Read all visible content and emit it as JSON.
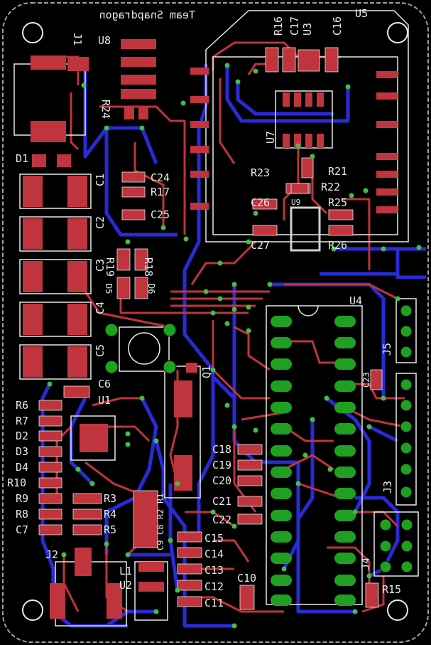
{
  "board_title": "Team Snapdragon",
  "colors": {
    "background": "#000000",
    "top_copper": "#c0343d",
    "bottom_copper": "#2a2ad8",
    "silkscreen": "#e8e8e8",
    "via": "#3fbf4a",
    "pad_green": "#20a020",
    "outline": "#a0a0a0"
  },
  "labels": {
    "U5": "U5",
    "U8": "U8",
    "J1": "J1",
    "D1": "D1",
    "C1": "C1",
    "C2": "C2",
    "C3": "C3",
    "C4": "C4",
    "C5": "C5",
    "C6": "C6",
    "R16": "R16",
    "C17": "C17",
    "U3": "U3",
    "C16": "C16",
    "R24": "R24",
    "U7": "U7",
    "C24": "C24",
    "R17": "R17",
    "C25": "C25",
    "R23": "R23",
    "R21": "R21",
    "R22": "R22",
    "C26": "C26",
    "U9": "U9",
    "R25": "R25",
    "C27": "C27",
    "R26": "R26",
    "R19": "R19",
    "R18": "R18",
    "D5": "D5",
    "D6": "D6",
    "U4": "U4",
    "J5": "J5",
    "C23": "C23",
    "Q1": "Q1",
    "U1": "U1",
    "R6": "R6",
    "R7": "R7",
    "D2": "D2",
    "D3": "D3",
    "D4": "D4",
    "R10": "R10",
    "R9": "R9",
    "R8": "R8",
    "C7": "C7",
    "R3": "R3",
    "R4": "R4",
    "R5": "R5",
    "R1": "R1",
    "R2": "R2",
    "C8": "C8",
    "C9": "C9",
    "C18": "C18",
    "C19": "C19",
    "C20": "C20",
    "C21": "C21",
    "C22": "C22",
    "J3": "J3",
    "J4": "J4",
    "J2": "J2",
    "L1": "L1",
    "U2": "U2",
    "C15": "C15",
    "C14": "C14",
    "C13": "C13",
    "C12": "C12",
    "C11": "C11",
    "C10": "C10",
    "R15": "R15"
  }
}
